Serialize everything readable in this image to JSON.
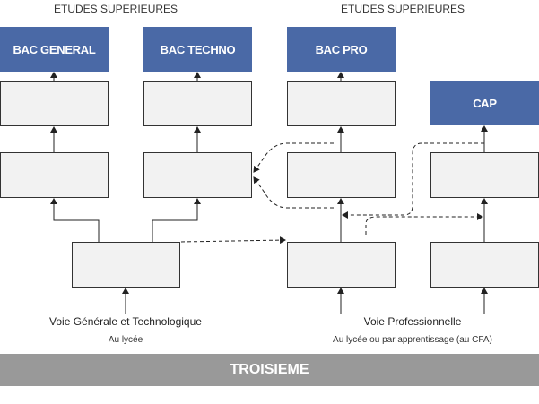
{
  "header": {
    "left_label": "ETUDES SUPERIEURES",
    "right_label": "ETUDES SUPERIEURES"
  },
  "diploma_boxes": {
    "bac_general": "BAC GENERAL",
    "bac_techno": "BAC TECHNO",
    "bac_pro": "BAC PRO",
    "cap": "CAP"
  },
  "tracks": {
    "general": {
      "title": "Voie Générale et Technologique",
      "subtitle": "Au lycée"
    },
    "pro": {
      "title": "Voie Professionnelle",
      "subtitle": "Au lycée ou par apprentissage (au CFA)"
    }
  },
  "base": {
    "label": "TROISIEME"
  },
  "colors": {
    "blue": "#4a69a6",
    "grey_bar": "#999999",
    "box_fill": "#f2f2f2"
  }
}
